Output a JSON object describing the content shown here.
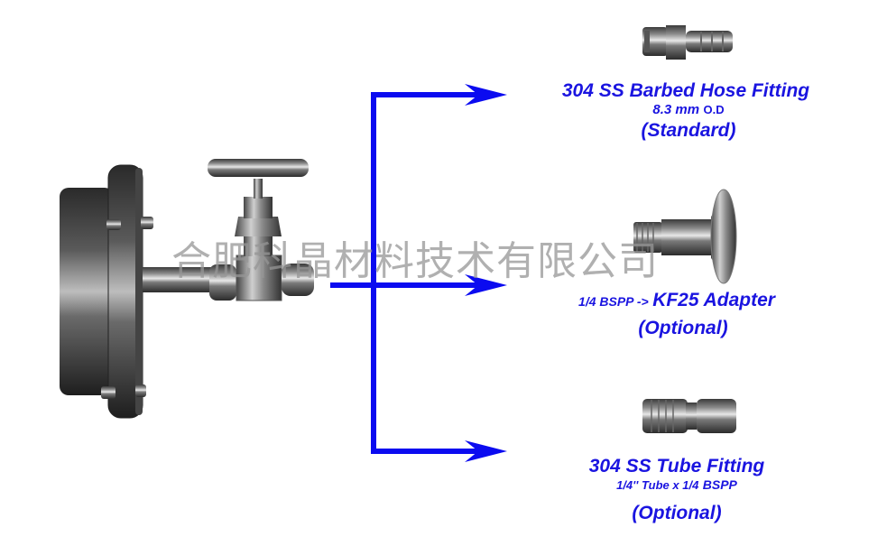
{
  "diagram": {
    "source_device": {
      "name": "Flange with needle valve outlet"
    },
    "watermark": "合肥科晶材料技术有限公司",
    "arrow_color": "#0b0bf0",
    "text_color": "#1a14e0",
    "options": [
      {
        "title": "304 SS Barbed Hose Fitting",
        "spec_main": "8.3 mm",
        "spec_suffix": "O.D",
        "status": "(Standard)"
      },
      {
        "spec_prefix": "1/4 BSPP ->",
        "title": "KF25 Adapter",
        "status": "(Optional)"
      },
      {
        "title": "304 SS Tube Fitting",
        "spec_main": "1/4'' Tube x 1/4",
        "spec_suffix": "BSPP",
        "status": "(Optional)"
      }
    ]
  }
}
